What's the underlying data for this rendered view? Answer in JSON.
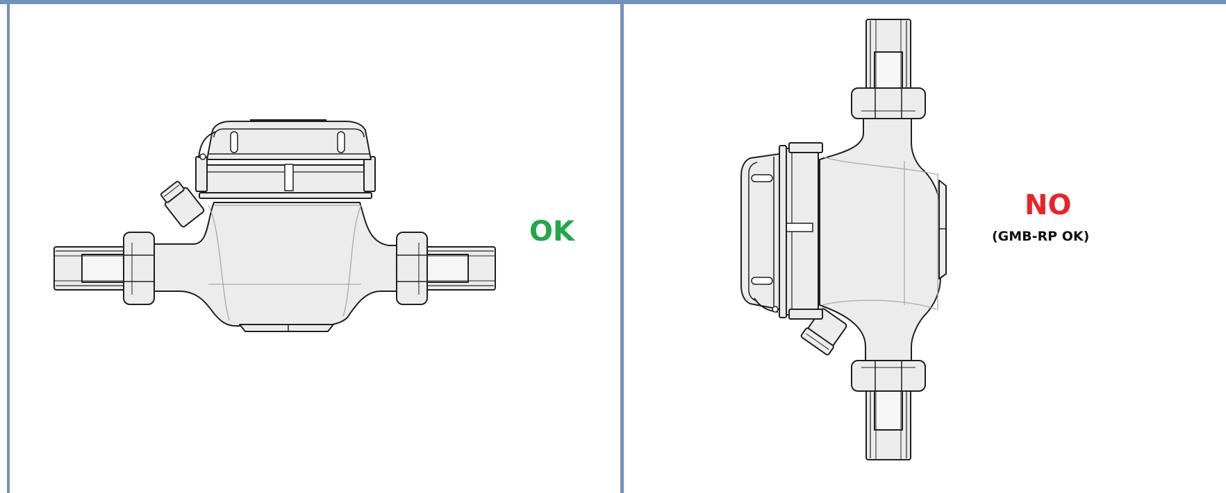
{
  "left_panel": {
    "verdict": "OK",
    "verdict_color": "#22a84a",
    "orientation": "horizontal"
  },
  "right_panel": {
    "verdict": "NO",
    "verdict_color": "#e8242a",
    "note": "(GMB-RP OK)",
    "orientation": "vertical"
  },
  "colors": {
    "frame": "#7391bd",
    "meter_fill": "#ececec",
    "meter_stroke": "#1f1f1f",
    "meter_detail": "#a8a8a8"
  },
  "icons": [
    "water-meter-horizontal-icon",
    "water-meter-vertical-icon"
  ]
}
